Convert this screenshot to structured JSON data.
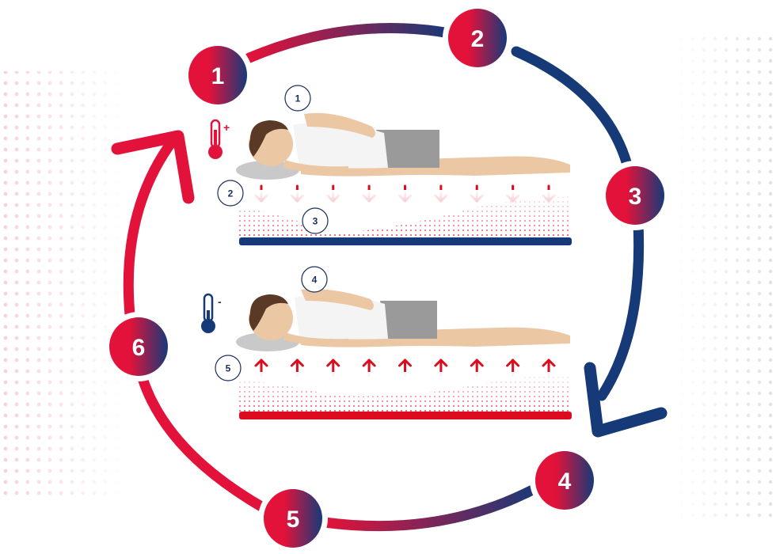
{
  "colors": {
    "red": "#e3123a",
    "navy": "#163a78",
    "dark_navy": "#143266",
    "arrow_red": "#dc0b1e",
    "skin": "#ecc7a3",
    "hair": "#5a3a26",
    "shorts": "#9a9a9a",
    "shirt": "#f4f4f4",
    "pillow": "#c9c9c9"
  },
  "cycle_steps": [
    "1",
    "2",
    "3",
    "4",
    "5",
    "6"
  ],
  "top_panel": {
    "thermo_icon": "thermometer-hot-icon",
    "thermo_sign": "+",
    "callouts": [
      "1",
      "2",
      "3"
    ],
    "arrow_direction": "down",
    "arrow_count": 9
  },
  "bottom_panel": {
    "thermo_icon": "thermometer-cold-icon",
    "thermo_sign": "-",
    "callouts": [
      "4",
      "5"
    ],
    "arrow_direction": "up",
    "arrow_count": 9
  }
}
